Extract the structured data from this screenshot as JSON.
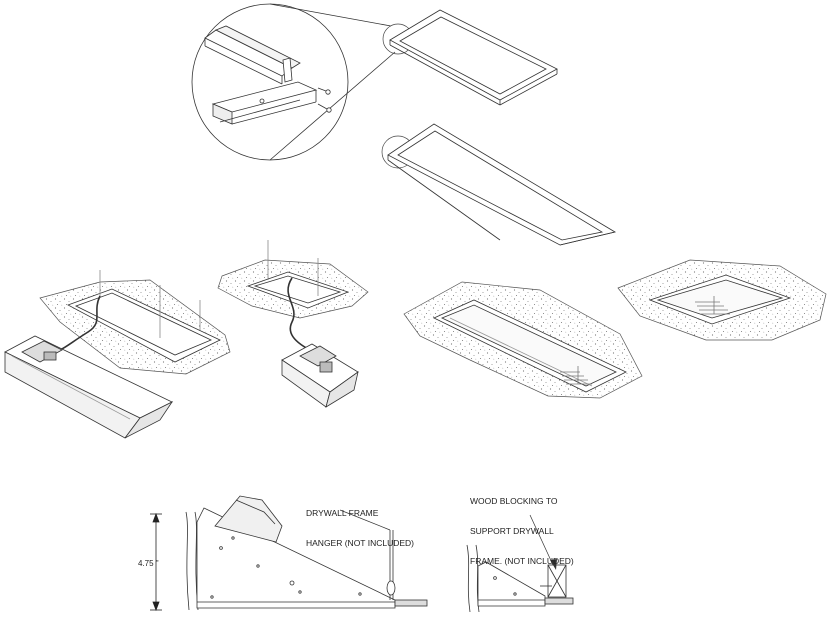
{
  "labels": {
    "hanger_line1": "DRYWALL FRAME",
    "hanger_line2": "HANGER (NOT INCLUDED)",
    "blocking_line1": "WOOD BLOCKING TO",
    "blocking_line2": "SUPPORT DRYWALL",
    "blocking_line3": "FRAME. (NOT INCLUDED)",
    "dimension": "4.75 \""
  }
}
